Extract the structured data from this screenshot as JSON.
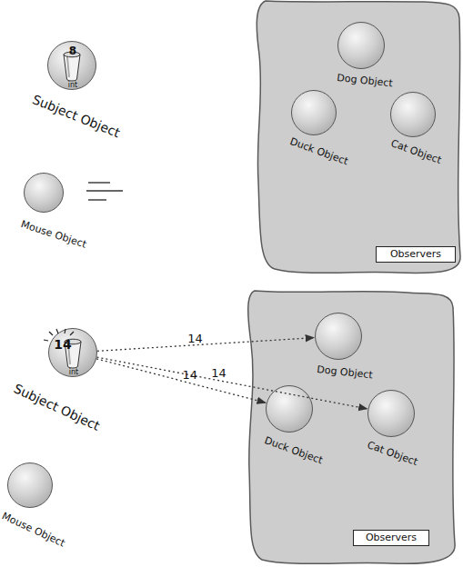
{
  "diagram": {
    "nodes": [
      {
        "text": [
          "8",
          "int",
          "Subject Object"
        ]
      },
      {
        "text": [
          "Mouse Object"
        ]
      },
      {
        "text": [
          "Observers"
        ]
      },
      {
        "text": [
          "Dog Object"
        ],
        "in": 2
      },
      {
        "text": [
          "Duck Object"
        ],
        "in": 2
      },
      {
        "text": [
          "Cat Object"
        ],
        "in": 2
      },
      {
        "text": [
          "14",
          "int",
          "Subject Object"
        ]
      },
      {
        "text": [
          "Mouse Object"
        ]
      },
      {
        "text": [
          "Observers"
        ]
      },
      {
        "text": [
          "Dog Object"
        ],
        "in": 8
      },
      {
        "text": [
          "Duck Object"
        ],
        "in": 8
      },
      {
        "text": [
          "Cat Object"
        ],
        "in": 8
      }
    ],
    "edges": [
      {
        "from": 6,
        "to": 9,
        "label": "14",
        "arrow": "to"
      },
      {
        "from": 6,
        "to": 11,
        "label": "14",
        "arrow": "to"
      },
      {
        "from": 6,
        "to": 10,
        "label": "14",
        "arrow": "to"
      }
    ]
  }
}
